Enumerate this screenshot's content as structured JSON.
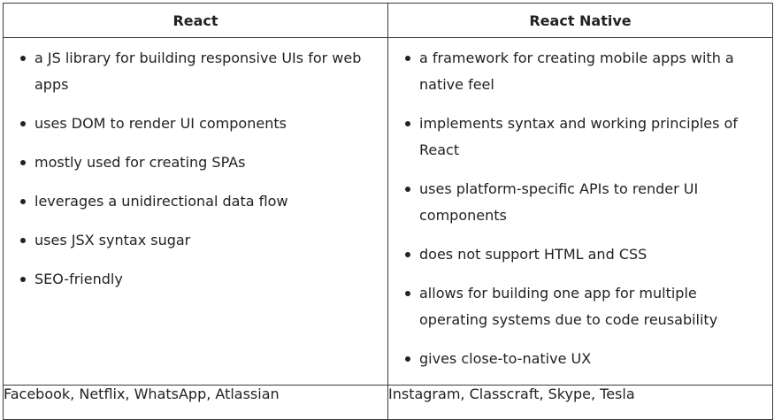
{
  "table": {
    "headers": [
      "React",
      "React Native"
    ],
    "react": {
      "features": [
        "a JS library for building responsive UIs for web apps",
        "uses DOM to render UI components",
        "mostly used for creating SPAs",
        "leverages a unidirectional data flow",
        "uses JSX syntax sugar",
        "SEO-friendly"
      ],
      "users": "Facebook, Netflix, WhatsApp, Atlassian"
    },
    "react_native": {
      "features": [
        "a framework for creating mobile apps with a native feel",
        "implements syntax and working principles of React",
        "uses platform-specific APIs to render UI components",
        "does not support HTML and CSS",
        "allows for building one app for multiple operating systems due to code reusability",
        "gives close-to-native UX"
      ],
      "users": "Instagram, Classcraft, Skype, Tesla"
    }
  }
}
